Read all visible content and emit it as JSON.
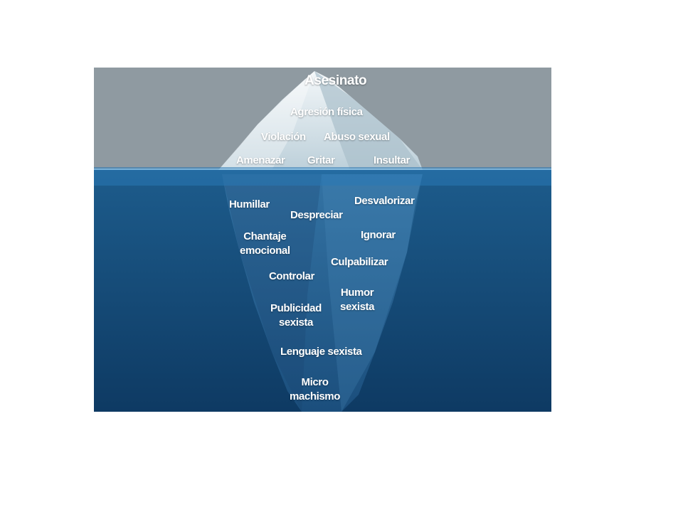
{
  "diagram": {
    "colors": {
      "sky": "#8f9aa1",
      "ocean_top": "#1d5c8c",
      "ocean_bottom": "#0e3a63",
      "iceberg_light": "#dfe9ee",
      "iceberg_shadow": "#9fb4c1",
      "underwater_ice": "#2f6d9e",
      "text": "#ffffff"
    },
    "above_water": {
      "peak": "Asesinato",
      "row2": "Agresión física",
      "row3": [
        "Violación",
        "Abuso sexual"
      ],
      "row4": [
        "Amenazar",
        "Gritar",
        "Insultar"
      ]
    },
    "below_water": {
      "humillar": "Humillar",
      "despreciar": "Despreciar",
      "desvalorizar": "Desvalorizar",
      "chantaje": [
        "Chantaje",
        "emocional"
      ],
      "ignorar": "Ignorar",
      "culpabilizar": "Culpabilizar",
      "controlar": "Controlar",
      "humor": [
        "Humor",
        "sexista"
      ],
      "publicidad": [
        "Publicidad",
        "sexista"
      ],
      "lenguaje": "Lenguaje sexista",
      "micro": [
        "Micro",
        "machismo"
      ]
    }
  }
}
